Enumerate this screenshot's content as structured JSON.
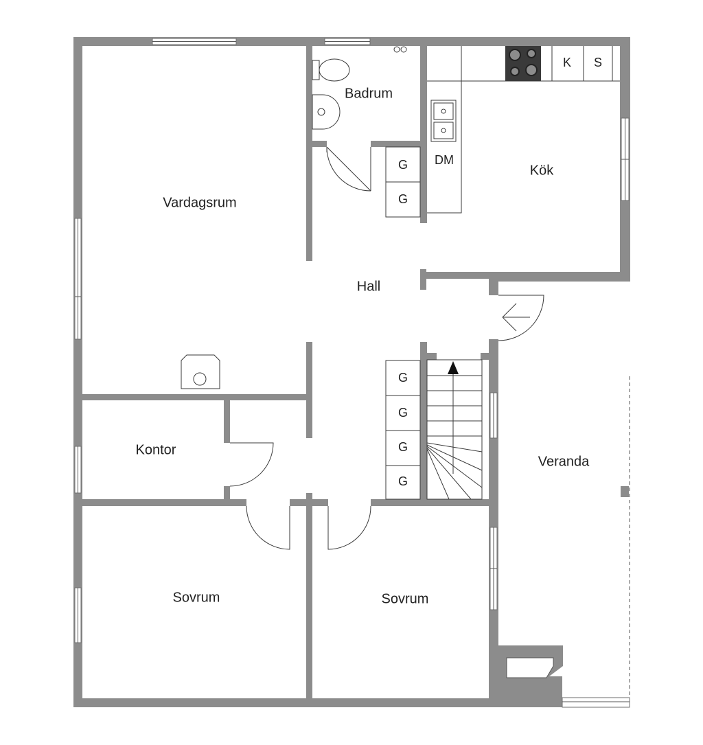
{
  "rooms": {
    "vardagsrum": "Vardagsrum",
    "badrum": "Badrum",
    "kok": "Kök",
    "hall": "Hall",
    "kontor": "Kontor",
    "sovrum_left": "Sovrum",
    "sovrum_right": "Sovrum",
    "veranda": "Veranda"
  },
  "appliances": {
    "dm": "DM",
    "k": "K",
    "s": "S",
    "g": "G"
  },
  "colors": {
    "wall": "#8c8c8c",
    "line": "#3a3a3a",
    "background": "#ffffff"
  }
}
